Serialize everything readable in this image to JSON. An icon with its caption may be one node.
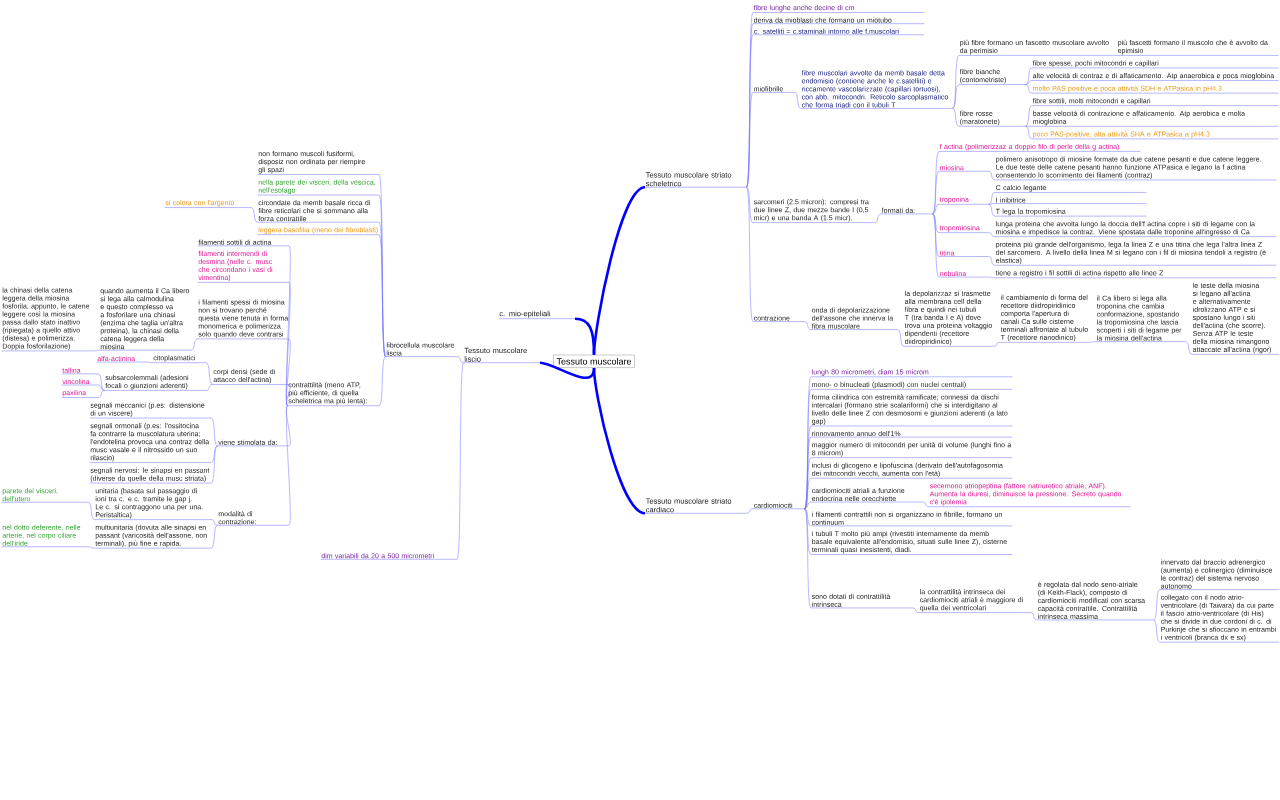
{
  "diagram": {
    "nodes": [
      {
        "text": [
          "Tessuto muscolare"
        ]
      },
      {
        "text": [
          "Tessuto muscolare striato scheletrico"
        ]
      },
      {
        "text": [
          "c. mio-epiteliali"
        ]
      },
      {
        "text": [
          "Tessuto muscolare liscio"
        ]
      },
      {
        "text": [
          "Tessuto muscolare striato cardiaco"
        ]
      },
      {
        "text": [
          "fibre lunghe anche decine di cm"
        ]
      },
      {
        "text": [
          "deriva da mioblasti che formano un miotubo"
        ]
      },
      {
        "text": [
          "c. satelliti = c.staminali intorno alle f.muscolari"
        ]
      },
      {
        "text": [
          "miofibrille"
        ]
      },
      {
        "text": [
          "sarcomeri (2.5 micron): compresi tra due linee Z, due mezze bande I (0,5 micr) e una banda A (1.5 micr)."
        ]
      },
      {
        "text": [
          "contrazione"
        ]
      },
      {
        "text": [
          "fibre muscolari avvolte da memb basale detta endomisio (contiene anche le c.satelliti) e riccamente vascolarizzate (capillari tortuosi), con abb. mitocondri. Reticolo sarcoplasmatico che forma triadi con il tubuli T"
        ]
      },
      {
        "text": [
          "più fibre formano un fascetto muscolare avvolto da perimisio"
        ]
      },
      {
        "text": [
          "fibre bianche (contometriste)"
        ]
      },
      {
        "text": [
          "fibre rosse (maratonete)"
        ]
      },
      {
        "text": [
          "più fascetti formano il muscolo che è avvolto da epimisio"
        ]
      },
      {
        "text": [
          "fibre spesse, pochi mitocondri e capillari"
        ]
      },
      {
        "text": [
          "alte velocità di contraz e di affaticamento. Atp anaerobica e poca mioglobina"
        ]
      },
      {
        "text": [
          "molto PAS positive e poca attività SDH e ATPasica in pH4.3"
        ]
      },
      {
        "text": [
          "fibre sottili, molti mitocondri e capillari"
        ]
      },
      {
        "text": [
          "basse velocità di contrazione e affaticamento. Atp aerobica e molta mioglobina"
        ]
      },
      {
        "text": [
          "poco PAS-positive, alta attività SHA e ATPasica a pH4.3"
        ]
      },
      {
        "text": [
          "formati da:"
        ]
      },
      {
        "text": [
          "f actina (polimerizzaz a doppio filo di perle della g actina)"
        ]
      },
      {
        "text": [
          "miosina"
        ]
      },
      {
        "text": [
          "troponina"
        ]
      },
      {
        "text": [
          "tropomiosina"
        ]
      },
      {
        "text": [
          "titina"
        ]
      },
      {
        "text": [
          "nebulina"
        ]
      },
      {
        "text": [
          "polimero anisotropo di miosine formate da due catene pesanti e due catene leggere. Le due teste delle catene pesanti hanno funzione ATPasica e legano la f actina consentendo lo scorrimento dei filamenti (contraz)"
        ]
      },
      {
        "text": [
          "C calcio legante"
        ]
      },
      {
        "text": [
          "I inibitrice"
        ]
      },
      {
        "text": [
          "T lega la tropomiosina"
        ]
      },
      {
        "text": [
          "lunga proteina che avvolta lungo la doccia dell'f actina copre i siti di legame con la miosina e impedisce la contraz. Viene spostata dalle troponine all'ingresso di Ca"
        ]
      },
      {
        "text": [
          "proteina più grande dell'organismo, lega la linea Z e una titina che lega l'altra linea Z del sarcomero. A livello della linea M si legano con i fil di miosina tendoli a registro (è elastica)"
        ]
      },
      {
        "text": [
          "tiene a registro i fil sottili di actina rispetto alle linee Z"
        ]
      },
      {
        "text": [
          "onda di depolarizzazione dell'assone che innerva la fibra muscolare"
        ]
      },
      {
        "text": [
          "la depolarizzaz si trasmette alla membrana cell della fibra e quindi nei tubuli T (tra banda I e A) dove trova una proteina voltaggio dipendenti (recettore diidropiridinico)"
        ]
      },
      {
        "text": [
          "il cambiamento di forma del recettore diidropiridinico comporta l'apertura di canali Ca sulle cisterne terminali affrontate al tubulo T (recettore rianodinico)"
        ]
      },
      {
        "text": [
          "il Ca libero si lega alla troponina che cambia conformazione, spostando la tropomiosina che lascia scoperti i siti di legame per la miosina dell'actina"
        ]
      },
      {
        "text": [
          "le teste della miosina si legano all'actina e alternativamente idrolizzano ATP e si spostano lungo i siti dell'actina (che scorre). Senza ATP le teste della miosina rimangono attaccate all'actina (rigor)"
        ]
      },
      {
        "text": [
          "fibrocellula muscolare liscia"
        ]
      },
      {
        "text": [
          "dim variabili da 20 a 500 micrometri"
        ]
      },
      {
        "text": [
          "non formano muscoli fusiformi, disposiz non ordinata per riempire gli spazi"
        ]
      },
      {
        "text": [
          "nella parete dei visceri, della vescica, nell'esofago"
        ]
      },
      {
        "text": [
          "circondate da memb basale ricca di fibre reticolari che si sommano alla forza contrattile"
        ]
      },
      {
        "text": [
          "leggera basofilia (meno dei fibroblasti)"
        ]
      },
      {
        "text": [
          "contrattilità (meno ATP, più efficiente, di quella scheletrica ma più lenta):"
        ]
      },
      {
        "text": [
          "si colora con l'argento"
        ]
      },
      {
        "text": [
          "filamenti sottili di actina"
        ]
      },
      {
        "text": [
          "filamenti intermendi di desmina (nelle c. musc che circondano i vasi di vimentina)"
        ]
      },
      {
        "text": [
          "i filamenti spessi di miosina non si trovano perché questa viene tenuta in forma monomerica e polimerizza solo quando deve contrarsi"
        ]
      },
      {
        "text": [
          "corpi densi (sede di attacco dell'actina)"
        ]
      },
      {
        "text": [
          "viene stimolata da:"
        ]
      },
      {
        "text": [
          "modalità di contrazione:"
        ]
      },
      {
        "text": [
          "quando aumenta il Ca libero si lega alla calmodulina e questo complesso va a fosforilare una chinasi (enzima che taglia un'altra proteina), la chinasi della catena leggera della miosina"
        ]
      },
      {
        "text": [
          "la chinasi della catena leggera della miosina fosforila, appunto, le catene leggere così la miosina passa dallo stato inattivo (ripiegata) a quello attivo (distesa) e polimerizza. Doppia fosforilazione)"
        ]
      },
      {
        "text": [
          "citoplasmatici"
        ]
      },
      {
        "text": [
          "subsarcolemmali (adesioni focali o giunzioni aderenti)"
        ]
      },
      {
        "text": [
          "alfa-actinina"
        ]
      },
      {
        "text": [
          "tallina"
        ]
      },
      {
        "text": [
          "vincolina"
        ]
      },
      {
        "text": [
          "paxilina"
        ]
      },
      {
        "text": [
          "segnali meccanici (p.es: distensione di un viscere)"
        ]
      },
      {
        "text": [
          "segnali ormonali (p.es: l'ossitocina fa contrarre la muscolatura uterina; l'endotelina provoca una contraz della musc vasale e il nitrossido un suo rilascio)"
        ]
      },
      {
        "text": [
          "segnali nervosi: le sinapsi en passant (diverse da quelle della musc striata)"
        ]
      },
      {
        "text": [
          "unitaria (basata sul passaggio di ioni tra c. e c. tramite le gap j. Le c. si contraggono una per una. Peristaltica)"
        ]
      },
      {
        "text": [
          "multiunitaria (dovuta alle sinapsi en passant (varicosità dell'assone, non terminali), più fine e rapida."
        ]
      },
      {
        "text": [
          "parete dei visceri, dell'utero"
        ]
      },
      {
        "text": [
          "nel dotto deferente, nelle arterie, nel corpo ciliare dell'iride"
        ]
      },
      {
        "text": [
          "cardiomiociti"
        ]
      },
      {
        "text": [
          "lungh 80 micrometri, diam 15 microm"
        ]
      },
      {
        "text": [
          "mono- o binucleati (plasmodi) con nuclei centrali)"
        ]
      },
      {
        "text": [
          "forma cilindrica con estremità ramificate; connessi da dischi intercalari (formano strie scalariformi) che si interdigitano al livello delle linee Z con desmosomi e giunzioni aderenti (a lato gap)"
        ]
      },
      {
        "text": [
          "rinnovamento annuo dell'1%"
        ]
      },
      {
        "text": [
          "maggior numero di mitocondri per unità di volume (lunghi fino a 8 microm)"
        ]
      },
      {
        "text": [
          "inclusi di glicogeno e lipofuscina (derivato dell'autofagosomia dei mitocondri vecchi, aumenta con l'età)"
        ]
      },
      {
        "text": [
          "cardiomiociti atriali a funzione endocrina nelle orecchiette"
        ]
      },
      {
        "text": [
          "i filamenti contrattili non si organizzano in fibrille, formano un continuum"
        ]
      },
      {
        "text": [
          "i tubuli T molto più ampi (rivestiti internamente da memb basale equivalente all'endomisio, situati sulle linee Z), cisterne terminali quasi inesistenti, diadi."
        ]
      },
      {
        "text": [
          "sono dotati di contrattilità intrinseca"
        ]
      },
      {
        "text": [
          "secernono atriopeptina (fattore natriuretico atriale, ANF). Aumenta la diuresi, diminuisce la pressione. Secreto quando c'è ipolemia"
        ]
      },
      {
        "text": [
          "la contrattilità intrinseca dei cardiomiociti atriali è maggiore di quella dei ventricolari"
        ]
      },
      {
        "text": [
          "è regolata dal nodo seno-atriale (di Keith-Flack), composto di cardiomiociti modificati con scarsa capacità contrattile. Contrattilità intrinseca massima"
        ]
      },
      {
        "text": [
          "innervato dal braccio adrenergico (aumenta) e colinergico (diminuisce le contraz) del sistema nervoso autonomo"
        ]
      },
      {
        "text": [
          "collegato con il nodo atrio-ventricolare (di Tawara) da cui parte il fascio atrio-ventricolare (di His) che si divide in due cordoni di c. di Purkinje che si sfioccano in entrambi i ventricoli (branca dx e sx)"
        ]
      }
    ],
    "edges": [
      {
        "from": 0,
        "to": 1,
        "arrow": "none",
        "style": "thick",
        "color": "#0000ff"
      },
      {
        "from": 0,
        "to": 2,
        "arrow": "none",
        "style": "thick",
        "color": "#0000ff"
      },
      {
        "from": 0,
        "to": 3,
        "arrow": "none",
        "style": "thick",
        "color": "#0000ff"
      },
      {
        "from": 0,
        "to": 4,
        "arrow": "none",
        "style": "thick",
        "color": "#0000ff"
      },
      {
        "from": 1,
        "to": 5,
        "arrow": "none"
      },
      {
        "from": 1,
        "to": 6,
        "arrow": "none"
      },
      {
        "from": 1,
        "to": 7,
        "arrow": "none"
      },
      {
        "from": 1,
        "to": 8,
        "arrow": "none"
      },
      {
        "from": 1,
        "to": 9,
        "arrow": "none"
      },
      {
        "from": 1,
        "to": 10,
        "arrow": "none"
      },
      {
        "from": 8,
        "to": 11,
        "arrow": "none"
      },
      {
        "from": 11,
        "to": 12,
        "arrow": "none"
      },
      {
        "from": 11,
        "to": 13,
        "arrow": "none"
      },
      {
        "from": 11,
        "to": 14,
        "arrow": "none"
      },
      {
        "from": 12,
        "to": 15,
        "arrow": "none"
      },
      {
        "from": 13,
        "to": 16,
        "arrow": "none"
      },
      {
        "from": 13,
        "to": 17,
        "arrow": "none"
      },
      {
        "from": 13,
        "to": 18,
        "arrow": "none"
      },
      {
        "from": 14,
        "to": 19,
        "arrow": "none"
      },
      {
        "from": 14,
        "to": 20,
        "arrow": "none"
      },
      {
        "from": 14,
        "to": 21,
        "arrow": "none"
      },
      {
        "from": 9,
        "to": 22,
        "arrow": "none"
      },
      {
        "from": 22,
        "to": 23,
        "arrow": "none"
      },
      {
        "from": 22,
        "to": 24,
        "arrow": "none"
      },
      {
        "from": 22,
        "to": 25,
        "arrow": "none"
      },
      {
        "from": 22,
        "to": 26,
        "arrow": "none"
      },
      {
        "from": 22,
        "to": 27,
        "arrow": "none"
      },
      {
        "from": 22,
        "to": 28,
        "arrow": "none"
      },
      {
        "from": 24,
        "to": 29,
        "arrow": "none"
      },
      {
        "from": 25,
        "to": 30,
        "arrow": "none"
      },
      {
        "from": 25,
        "to": 31,
        "arrow": "none"
      },
      {
        "from": 25,
        "to": 32,
        "arrow": "none"
      },
      {
        "from": 26,
        "to": 33,
        "arrow": "none"
      },
      {
        "from": 27,
        "to": 34,
        "arrow": "none"
      },
      {
        "from": 28,
        "to": 35,
        "arrow": "none"
      },
      {
        "from": 10,
        "to": 36,
        "arrow": "none"
      },
      {
        "from": 36,
        "to": 37,
        "arrow": "none"
      },
      {
        "from": 37,
        "to": 38,
        "arrow": "none"
      },
      {
        "from": 38,
        "to": 39,
        "arrow": "none"
      },
      {
        "from": 39,
        "to": 40,
        "arrow": "none"
      },
      {
        "from": 3,
        "to": 41,
        "arrow": "none"
      },
      {
        "from": 3,
        "to": 42,
        "arrow": "none"
      },
      {
        "from": 41,
        "to": 43,
        "arrow": "none"
      },
      {
        "from": 41,
        "to": 44,
        "arrow": "none"
      },
      {
        "from": 41,
        "to": 45,
        "arrow": "none"
      },
      {
        "from": 41,
        "to": 46,
        "arrow": "none"
      },
      {
        "from": 41,
        "to": 47,
        "arrow": "none"
      },
      {
        "from": 45,
        "to": 48,
        "arrow": "none"
      },
      {
        "from": 47,
        "to": 49,
        "arrow": "none"
      },
      {
        "from": 47,
        "to": 50,
        "arrow": "none"
      },
      {
        "from": 47,
        "to": 51,
        "arrow": "none"
      },
      {
        "from": 47,
        "to": 52,
        "arrow": "none"
      },
      {
        "from": 47,
        "to": 53,
        "arrow": "none"
      },
      {
        "from": 47,
        "to": 54,
        "arrow": "none"
      },
      {
        "from": 51,
        "to": 55,
        "arrow": "none"
      },
      {
        "from": 55,
        "to": 56,
        "arrow": "none"
      },
      {
        "from": 52,
        "to": 57,
        "arrow": "none"
      },
      {
        "from": 52,
        "to": 58,
        "arrow": "none"
      },
      {
        "from": 57,
        "to": 59,
        "arrow": "none"
      },
      {
        "from": 58,
        "to": 60,
        "arrow": "none"
      },
      {
        "from": 58,
        "to": 61,
        "arrow": "none"
      },
      {
        "from": 58,
        "to": 62,
        "arrow": "none"
      },
      {
        "from": 53,
        "to": 63,
        "arrow": "none"
      },
      {
        "from": 53,
        "to": 64,
        "arrow": "none"
      },
      {
        "from": 53,
        "to": 65,
        "arrow": "none"
      },
      {
        "from": 54,
        "to": 66,
        "arrow": "none"
      },
      {
        "from": 54,
        "to": 67,
        "arrow": "none"
      },
      {
        "from": 66,
        "to": 68,
        "arrow": "none"
      },
      {
        "from": 67,
        "to": 69,
        "arrow": "none"
      },
      {
        "from": 4,
        "to": 70,
        "arrow": "none"
      },
      {
        "from": 70,
        "to": 71,
        "arrow": "none"
      },
      {
        "from": 70,
        "to": 72,
        "arrow": "none"
      },
      {
        "from": 70,
        "to": 73,
        "arrow": "none"
      },
      {
        "from": 70,
        "to": 74,
        "arrow": "none"
      },
      {
        "from": 70,
        "to": 75,
        "arrow": "none"
      },
      {
        "from": 70,
        "to": 76,
        "arrow": "none"
      },
      {
        "from": 70,
        "to": 77,
        "arrow": "none"
      },
      {
        "from": 70,
        "to": 78,
        "arrow": "none"
      },
      {
        "from": 70,
        "to": 79,
        "arrow": "none"
      },
      {
        "from": 70,
        "to": 80,
        "arrow": "none"
      },
      {
        "from": 77,
        "to": 81,
        "arrow": "none"
      },
      {
        "from": 80,
        "to": 82,
        "arrow": "none"
      },
      {
        "from": 82,
        "to": 83,
        "arrow": "none"
      },
      {
        "from": 83,
        "to": 84,
        "arrow": "none"
      },
      {
        "from": 83,
        "to": 85,
        "arrow": "none"
      }
    ]
  }
}
